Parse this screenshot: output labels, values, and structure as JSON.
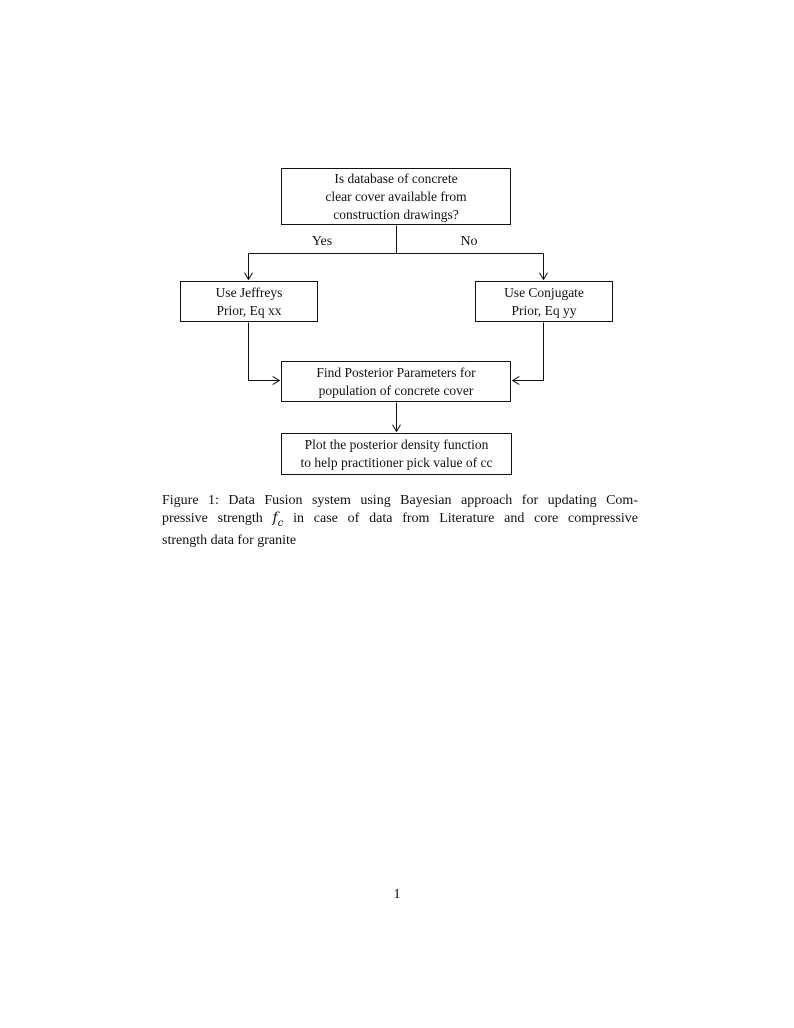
{
  "flowchart": {
    "top_box": {
      "lines": [
        "Is database of concrete",
        "clear cover available from",
        "construction drawings?"
      ]
    },
    "branch_labels": {
      "yes": "Yes",
      "no": "No"
    },
    "left_box": {
      "lines": [
        "Use Jeffreys",
        "Prior, Eq xx"
      ]
    },
    "right_box": {
      "lines": [
        "Use Conjugate",
        "Prior, Eq yy"
      ]
    },
    "middle_box": {
      "lines": [
        "Find Posterior Parameters for",
        "population of concrete cover"
      ]
    },
    "bottom_box": {
      "lines": [
        "Plot the posterior density function",
        "to help practitioner pick value of cc"
      ]
    }
  },
  "caption": {
    "line1": "Figure 1: Data Fusion system using Bayesian approach for updating Com-",
    "line2_before": "pressive strength",
    "math_f": "f",
    "math_sub": "c",
    "line2_after": "in case of data from Literature and core compressive",
    "line3": "strength data for granite"
  },
  "page_number": "1",
  "colors": {
    "ink": "#111111",
    "paper": "#ffffff"
  }
}
